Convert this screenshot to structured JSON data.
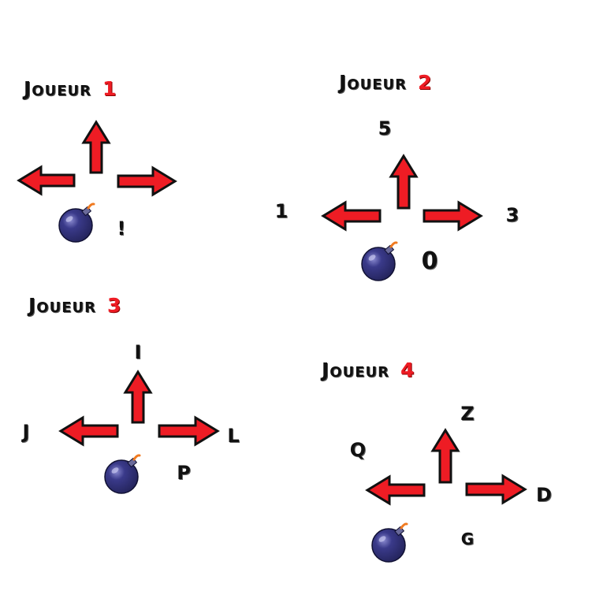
{
  "colors": {
    "arrow_fill": "#ee1c24",
    "arrow_outline": "#111111",
    "title_text": "#111111",
    "player_number": "#ee1c24",
    "bomb_body": "#24245c",
    "bomb_fuse": "#f07a20"
  },
  "players": [
    {
      "title": "Joueur",
      "number": "1",
      "keys": {
        "up": "",
        "left": "",
        "right": "",
        "bomb": "!"
      },
      "icons": [
        "arrow-up-icon",
        "arrow-left-icon",
        "arrow-right-icon",
        "bomb-icon"
      ]
    },
    {
      "title": "Joueur",
      "number": "2",
      "keys": {
        "up": "5",
        "left": "1",
        "right": "3",
        "bomb": "0"
      },
      "icons": [
        "arrow-up-icon",
        "arrow-left-icon",
        "arrow-right-icon",
        "bomb-icon"
      ]
    },
    {
      "title": "Joueur",
      "number": "3",
      "keys": {
        "up": "I",
        "left": "J",
        "right": "L",
        "bomb": "P"
      },
      "icons": [
        "arrow-up-icon",
        "arrow-left-icon",
        "arrow-right-icon",
        "bomb-icon"
      ]
    },
    {
      "title": "Joueur",
      "number": "4",
      "keys": {
        "up": "Z",
        "left": "Q",
        "right": "D",
        "bomb": "G"
      },
      "icons": [
        "arrow-up-icon",
        "arrow-left-icon",
        "arrow-right-icon",
        "bomb-icon"
      ]
    }
  ]
}
